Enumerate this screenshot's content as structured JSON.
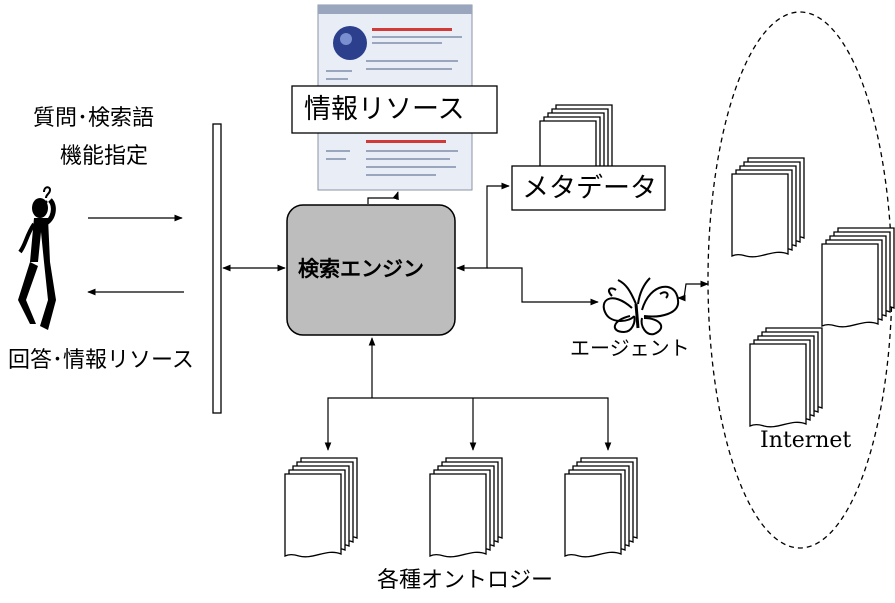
{
  "labels": {
    "query": "質問･検索語",
    "function": "機能指定",
    "answer": "回答･情報リソース",
    "info_resource": "情報リソース",
    "metadata": "メタデータ",
    "search_engine": "検索エンジン",
    "agent": "エージェント",
    "ontologies": "各種オントロジー",
    "internet": "Internet"
  },
  "colors": {
    "engine_fill": "#bdbdbd",
    "stroke": "#000000",
    "background": "#ffffff"
  },
  "icons": [
    "thinking-person-icon",
    "butterfly-agent-icon",
    "web-page-thumbnail",
    "document-stack-icon"
  ]
}
